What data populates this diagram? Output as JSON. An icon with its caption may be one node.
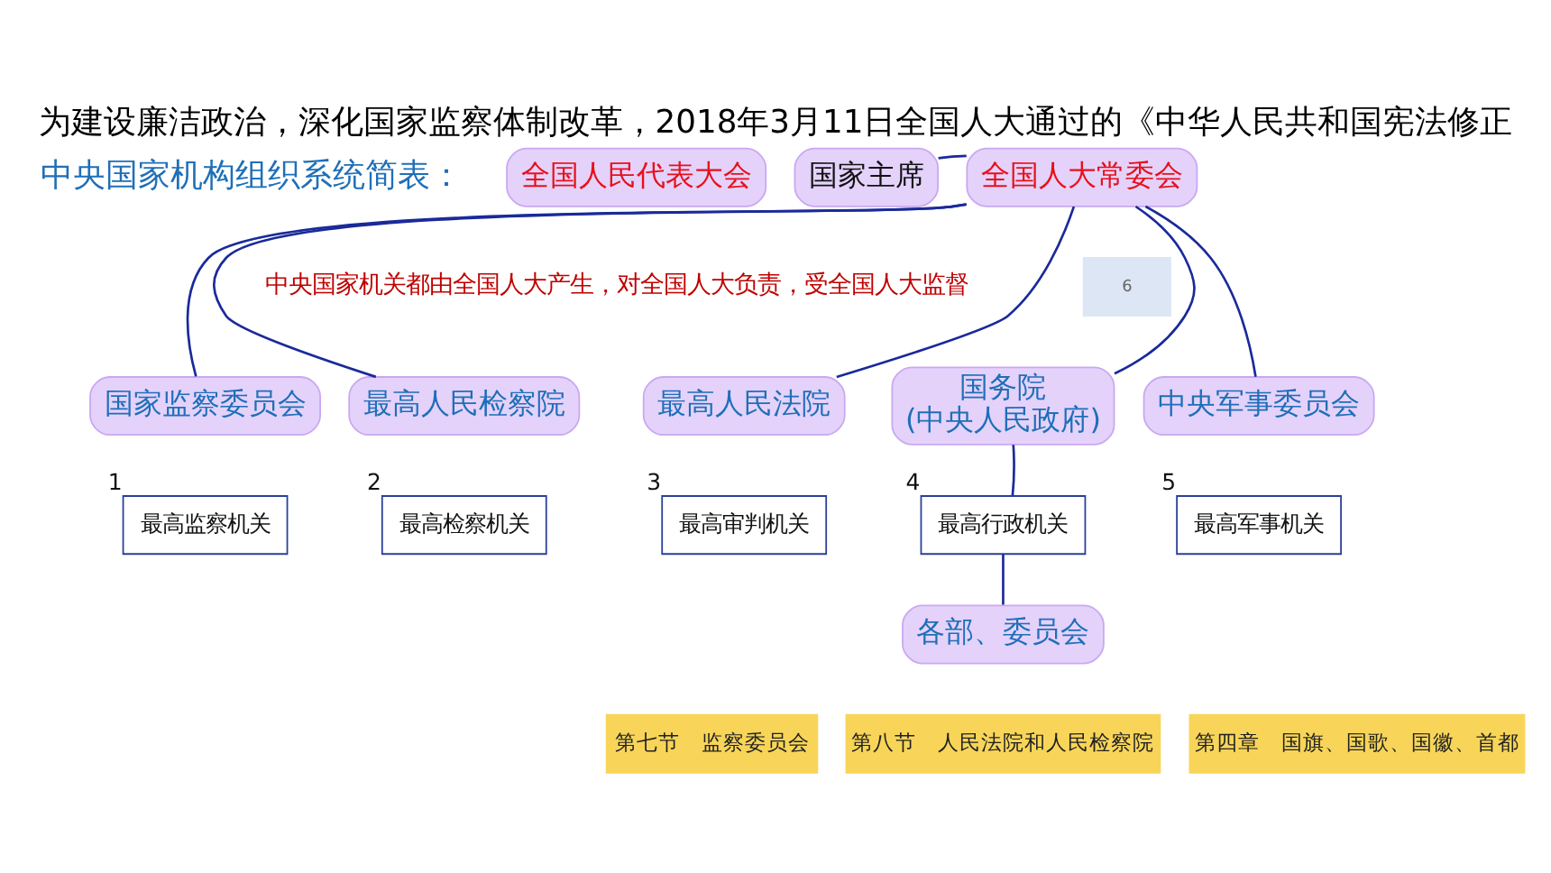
{
  "diagram": {
    "title": "为建设廉洁政治，深化国家监察体制改革，2018年3月11日全国人大通过的《中华人民共和国宪法修正",
    "nodes": [
      {
        "text": [
          "全国人民代表大会"
        ]
      },
      {
        "text": [
          "国家主席"
        ]
      },
      {
        "text": [
          "全国人大常委会"
        ]
      },
      {
        "text": [
          "国家监察委员会"
        ]
      },
      {
        "text": [
          "最高人民检察院"
        ]
      },
      {
        "text": [
          "最高人民法院"
        ]
      },
      {
        "text": [
          "国务院",
          "(中央人民政府)"
        ]
      },
      {
        "text": [
          "中央军事委员会"
        ]
      },
      {
        "text": [
          "最高监察机关"
        ],
        "beside": [
          "1"
        ]
      },
      {
        "text": [
          "最高检察机关"
        ],
        "beside": [
          "2"
        ]
      },
      {
        "text": [
          "最高审判机关"
        ],
        "beside": [
          "3"
        ]
      },
      {
        "text": [
          "最高行政机关"
        ],
        "beside": [
          "4"
        ]
      },
      {
        "text": [
          "最高军事机关"
        ],
        "beside": [
          "5"
        ]
      },
      {
        "text": [
          "各部、委员会"
        ]
      }
    ],
    "edges": [
      {
        "from": 1,
        "to": 2,
        "arrow": "none"
      },
      {
        "from": 2,
        "to": 3,
        "arrow": "none"
      },
      {
        "from": 2,
        "to": 4,
        "arrow": "none"
      },
      {
        "from": 2,
        "to": 5,
        "arrow": "none"
      },
      {
        "from": 2,
        "to": 6,
        "arrow": "none"
      },
      {
        "from": 2,
        "to": 7,
        "arrow": "none"
      },
      {
        "from": 6,
        "to": 11,
        "arrow": "none"
      },
      {
        "from": 11,
        "to": 13,
        "arrow": "none"
      }
    ],
    "labels": [
      "中央国家机构组织系统简表：",
      "6",
      "中央国家机关都由全国人大产生，对全国人大负责，受全国人大监督",
      "第七节　监察委员会",
      "第八节　人民法院和人民检察院",
      "第四章　国旗、国歌、国徽、首都"
    ]
  }
}
